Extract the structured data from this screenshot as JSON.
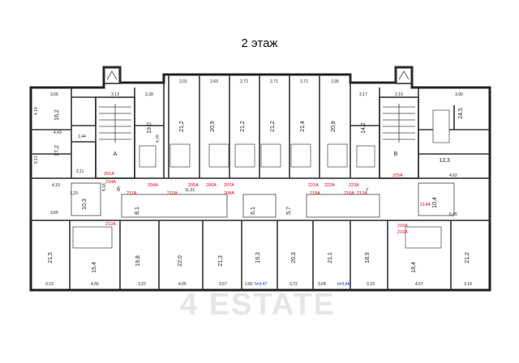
{
  "header": {
    "title": "2 этаж"
  },
  "watermark": {
    "text": "4 ESTATE"
  },
  "theme": {
    "wall": "#222222",
    "red_label": "#e0001b",
    "blue_label": "#1010c8"
  },
  "stairs": [
    "А",
    "В"
  ],
  "top_rooms": [
    {
      "area": "21,2",
      "w": "2,01"
    },
    {
      "area": "20,9",
      "w": "2,69"
    },
    {
      "area": "21,2",
      "w": "2,72"
    },
    {
      "area": "21,2",
      "w": "2,71"
    },
    {
      "area": "21,4",
      "w": "2,71"
    },
    {
      "area": "20,8",
      "w": "2,95"
    }
  ],
  "top_extra_areas": [
    "19,0",
    "14,2",
    "16,2",
    "17,2",
    "24,5",
    "13,3"
  ],
  "left_areas": [
    "3,65",
    "4,14",
    "4,43",
    "1,44",
    "5,13",
    "2,11",
    "4,10",
    "3,65"
  ],
  "bottom_rooms": [
    {
      "area": "21,5",
      "w": "3,19"
    },
    {
      "area": "15,4",
      "w": "4,56"
    },
    {
      "area": "19,8",
      "w": "3,22"
    },
    {
      "area": "22,0",
      "w": "4,05"
    },
    {
      "area": "21,3",
      "w": "3,57"
    },
    {
      "area": "19,3",
      "w": "2,82"
    },
    {
      "area": "20,3",
      "w": "3,72"
    },
    {
      "area": "21,1",
      "w": "3,68"
    },
    {
      "area": "18,9",
      "w": "3,15"
    },
    {
      "area": "18,4",
      "w": "4,57"
    },
    {
      "area": "21,2",
      "w": "3,19"
    }
  ],
  "mid_areas": [
    "10,3",
    "8,1",
    "6,1",
    "5,7",
    "10,4"
  ],
  "red_labels": [
    "201A",
    "204A",
    "205A",
    "206A",
    "207A",
    "208A",
    "211A",
    "210A",
    "212A",
    "221A",
    "222A",
    "223A",
    "218A",
    "217A",
    "219A",
    "225A",
    "214A",
    "215A",
    "216A",
    "234A"
  ],
  "blue_labels": [
    "h=3,47",
    "h=3,46"
  ],
  "dims": [
    "3,13",
    "2,28",
    "2,17",
    "2,16",
    "3,90",
    "4,76",
    "5,18",
    "6,45",
    "11,21",
    "4,62",
    "1,23"
  ],
  "marks": [
    "б",
    "г"
  ]
}
